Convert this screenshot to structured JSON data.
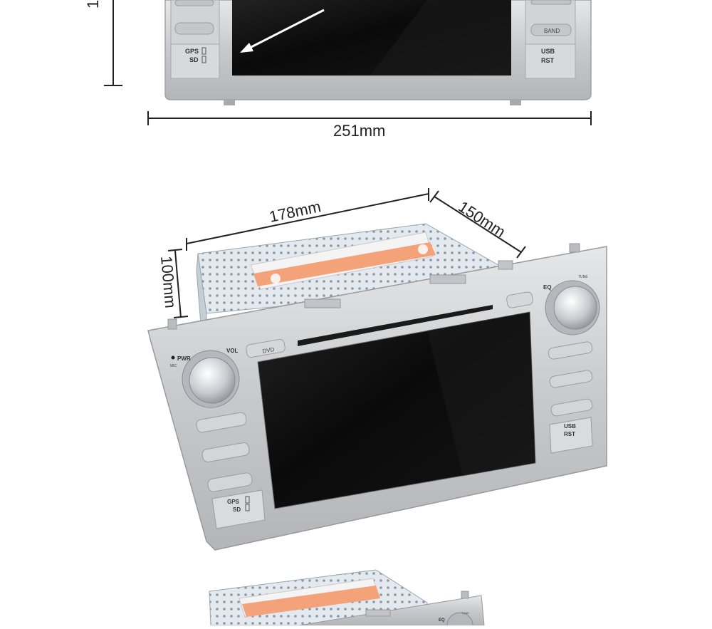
{
  "top_unit": {
    "width_label": "251mm",
    "height_label_partial": "1",
    "left_panel": {
      "gps_label": "GPS",
      "sd_label": "SD"
    },
    "right_panel": {
      "usb_label": "USB",
      "rst_label": "RST",
      "band_label": "BAND"
    }
  },
  "middle_unit": {
    "width_label": "178mm",
    "depth_label": "150mm",
    "height_label": "100mm",
    "left_panel": {
      "pwr_label": "PWR",
      "mic_label": "MIC",
      "vol_label": "VOL",
      "gps_label": "GPS",
      "sd_label": "SD",
      "dvd_label": "DVD"
    },
    "right_panel": {
      "eq_label": "EQ",
      "tune_label": "TUNE",
      "usb_label": "USB",
      "rst_label": "RST"
    }
  },
  "bottom_unit": {
    "right_panel": {
      "eq_label": "EQ",
      "tune_label": "TUNE"
    }
  },
  "colors": {
    "silver": "#c9cacc",
    "silver_dark": "#a9abae",
    "screen": "#0a0a0a",
    "sticker": "#f3a27a",
    "chassis": "#dde4ea"
  }
}
